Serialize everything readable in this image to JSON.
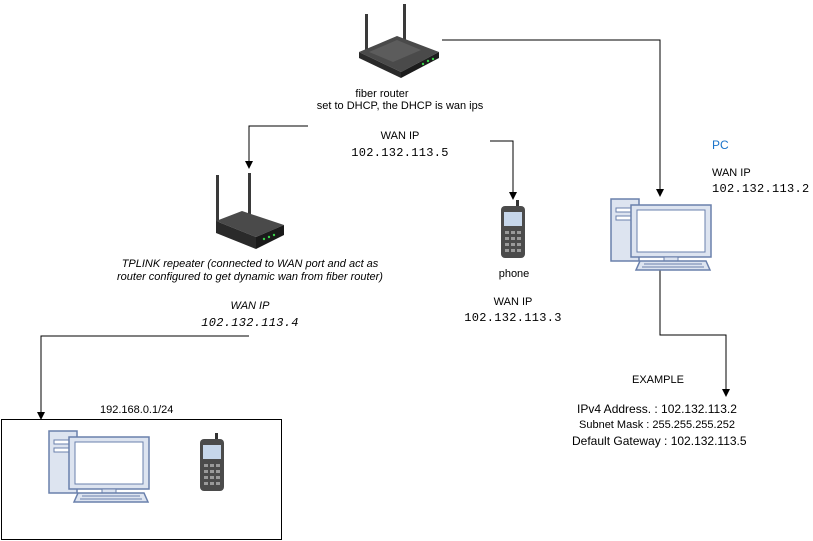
{
  "fiber_router": {
    "icon": "router-icon",
    "line1": "fiber router",
    "line2": "set to DHCP, the DHCP is wan ips",
    "wan_label": "WAN IP",
    "wan_ip": "102.132.113.5"
  },
  "repeater": {
    "icon": "router-icon",
    "line1": "TPLINK repeater (connected to WAN port and act as",
    "line2": "router configured to get dynamic wan from fiber router)",
    "wan_label": "WAN IP",
    "wan_ip": "102.132.113.4"
  },
  "phone": {
    "icon": "phone-icon",
    "label": "phone",
    "wan_label": "WAN IP",
    "wan_ip": "102.132.113.3"
  },
  "pc": {
    "icon": "computer-icon",
    "title": "PC",
    "title_color": "#1a73c9",
    "wan_label": "WAN IP",
    "wan_ip": "102.132.113.2"
  },
  "example": {
    "title": "EXAMPLE",
    "ipv4": "IPv4 Address.  : 102.132.113.2",
    "subnet": "Subnet Mask  : 255.255.255.252",
    "gateway": "Default Gateway : 102.132.113.5"
  },
  "lan": {
    "subnet": "192.168.0.1/24",
    "devices": [
      "computer-icon",
      "phone-icon"
    ]
  },
  "colors": {
    "line": "#000000",
    "device_fill": "#dde4f0",
    "device_stroke": "#6a80ac"
  }
}
